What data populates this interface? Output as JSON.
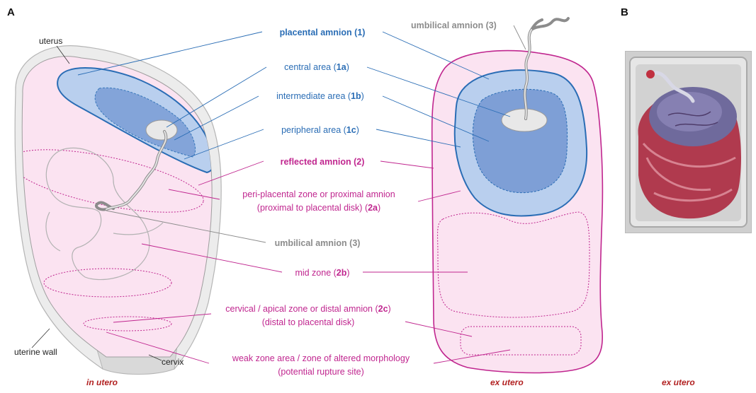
{
  "panels": {
    "a": "A",
    "b": "B"
  },
  "anatomy": {
    "uterus": "uterus",
    "uterine_wall": "uterine wall",
    "cervix": "cervix"
  },
  "captions": {
    "in_utero": "in utero",
    "ex_utero_diagram": "ex utero",
    "ex_utero_photo": "ex utero"
  },
  "labels": {
    "umbilical_top": {
      "text": "umbilical amnion (3)"
    },
    "placental": {
      "pre": "placental amnion (",
      "num": "1",
      "post": ")"
    },
    "central": {
      "pre": "central area (",
      "num": "1a",
      "post": ")"
    },
    "intermediate": {
      "pre": "intermediate area (",
      "num": "1b",
      "post": ")"
    },
    "peripheral": {
      "pre": "peripheral area (",
      "num": "1c",
      "post": ")"
    },
    "reflected": {
      "pre": "reflected amnion (",
      "num": "2",
      "post": ")"
    },
    "periplacental_line1": "peri-placental zone or proximal amnion",
    "periplacental_line2": {
      "pre": "(proximal to placental disk) (",
      "num": "2a",
      "post": ")"
    },
    "umbilical_mid": {
      "pre": "umbilical amnion (",
      "num": "3",
      "post": ")"
    },
    "midzone": {
      "pre": "mid zone (",
      "num": "2b",
      "post": ")"
    },
    "cervical_line1": {
      "pre": "cervical / apical zone or distal amnion (",
      "num": "2c",
      "post": ")"
    },
    "cervical_line2": "(distal to placental disk)",
    "weak_line1": "weak zone area / zone of altered morphology",
    "weak_line2": "(potential rupture site)"
  },
  "colors": {
    "placental_blue": "#2a6db5",
    "reflected_magenta": "#c0268f",
    "umbilical_gray": "#8c8c8c",
    "amnion_pink": "#fbe3f1",
    "light_blue": "#b9cfee",
    "mid_blue": "#7e9fd6",
    "caption_red": "#b22222"
  }
}
